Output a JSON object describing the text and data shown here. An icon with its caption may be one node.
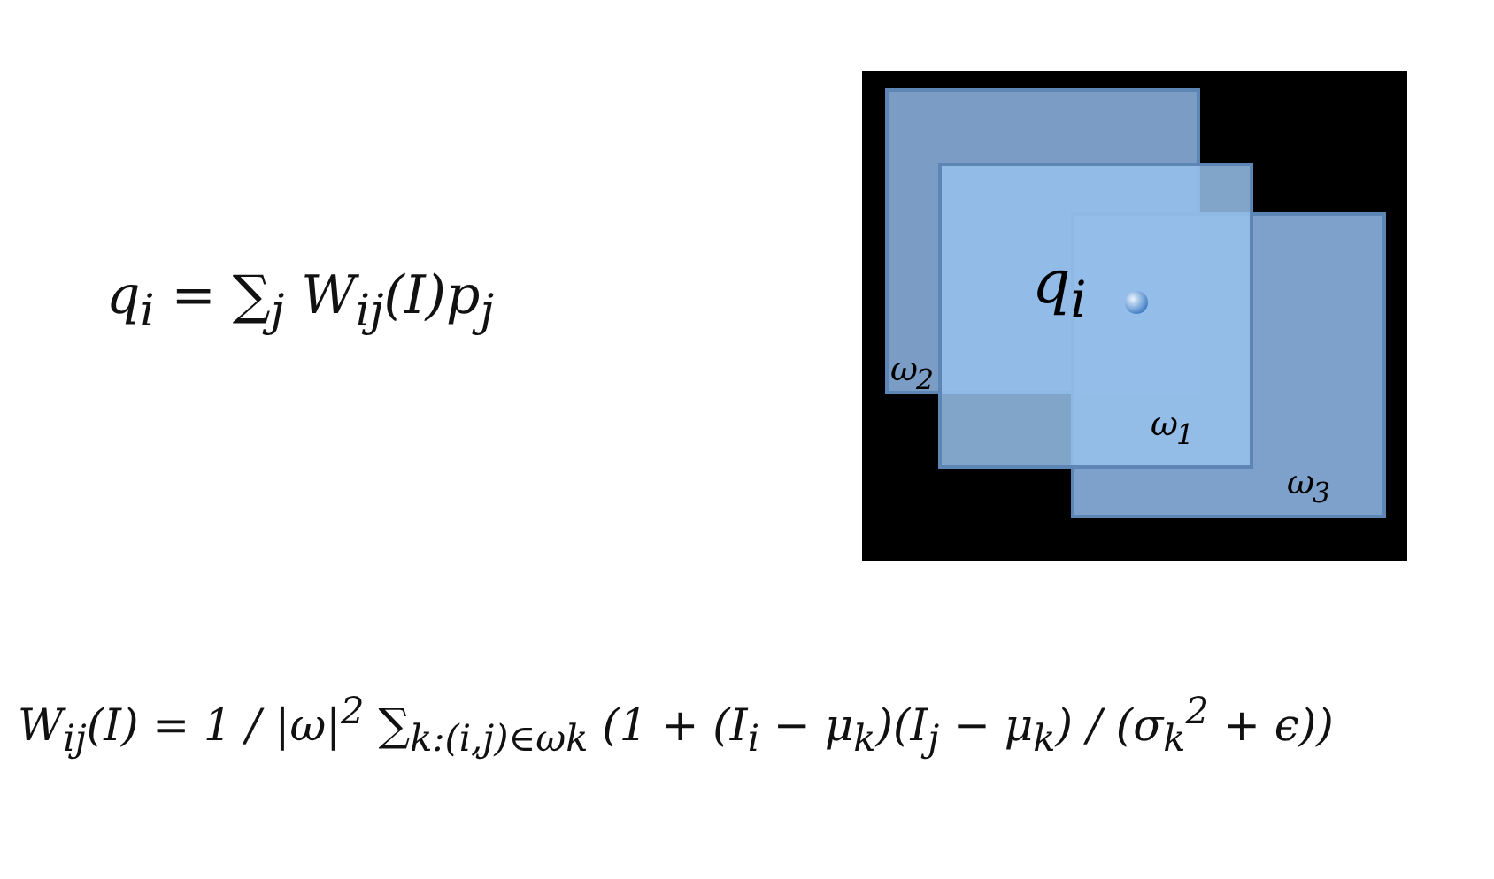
{
  "diagram": {
    "nodes": [
      {
        "text": [
          "ω$_{2}$"
        ]
      },
      {
        "text": [
          "ω$_{1}$"
        ]
      },
      {
        "text": [
          "ω$_{3}$"
        ]
      }
    ],
    "edges": [],
    "labels": [
      "q$_{i}$ = ∑$_{j}$ W$_{ij}$(I)p$_{j}$",
      "q$_{i}$",
      "W$_{ij}$(I) = 1 / |ω|$^{2}$ ∑$_{k:(i,j)∈ωk}$ (1 + (I$_{i}$ − μ$_{k}$)(I$_{j}$ − μ$_{k}$) / (σ$_{k}$$^{2}$ + ϵ))"
    ]
  }
}
